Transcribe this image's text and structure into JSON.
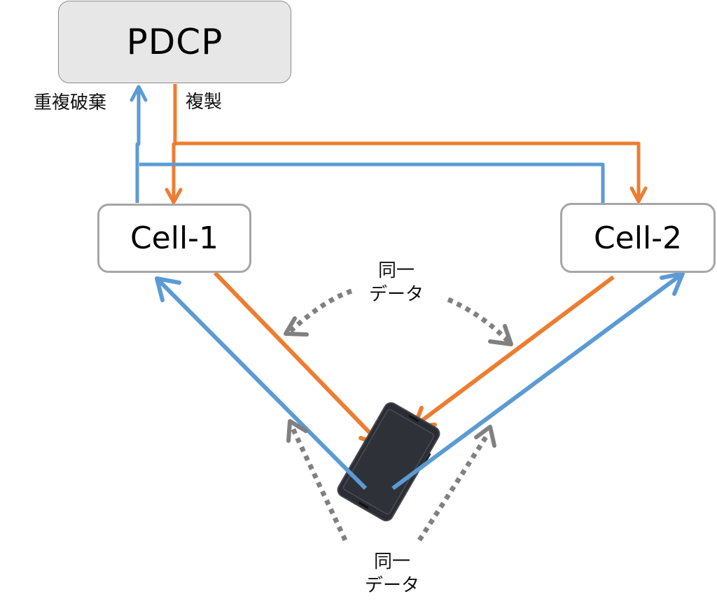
{
  "nodes": {
    "pdcp": "PDCP",
    "cell1": "Cell-1",
    "cell2": "Cell-2",
    "ue": "smartphone"
  },
  "labels": {
    "uplink": "重複破棄",
    "downlink": "複製",
    "same_data_top": [
      "同一",
      "データ"
    ],
    "same_data_bottom": [
      "同一",
      "データ"
    ]
  },
  "colors": {
    "downlink": "#ed7d31",
    "uplink": "#5b9bd5",
    "same_data": "#808080",
    "pdcp_fill": "#e7e7e7",
    "box_border": "#a6a6a6"
  },
  "edges": [
    {
      "from": "PDCP",
      "to": "Cell-1",
      "flow": "downlink"
    },
    {
      "from": "PDCP",
      "to": "Cell-2",
      "flow": "downlink"
    },
    {
      "from": "Cell-1",
      "to": "PDCP",
      "flow": "uplink"
    },
    {
      "from": "Cell-2",
      "to": "PDCP",
      "flow": "uplink"
    },
    {
      "from": "Cell-1",
      "to": "UE",
      "flow": "downlink"
    },
    {
      "from": "Cell-2",
      "to": "UE",
      "flow": "downlink"
    },
    {
      "from": "UE",
      "to": "Cell-1",
      "flow": "uplink"
    },
    {
      "from": "UE",
      "to": "Cell-2",
      "flow": "uplink"
    }
  ]
}
